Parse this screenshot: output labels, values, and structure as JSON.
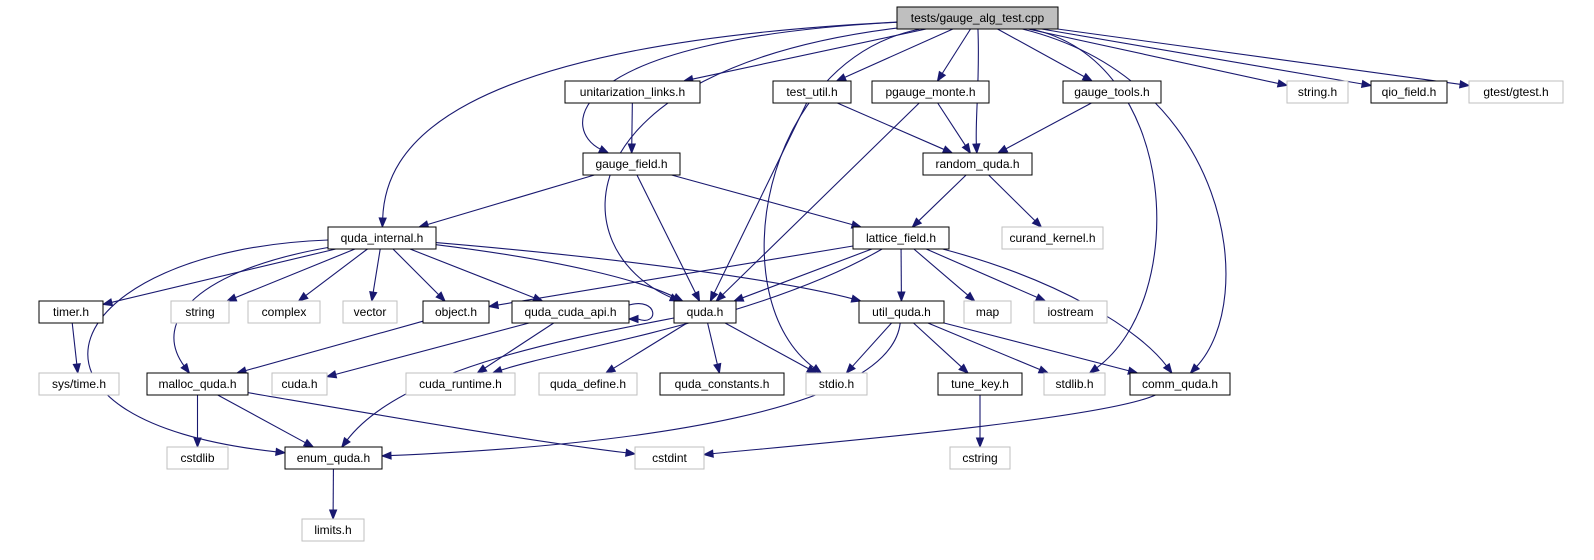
{
  "colors": {
    "edge": "#191970",
    "node_border": "#000000",
    "ext_border": "#bfbfbf",
    "root_fill": "#bfbfbf",
    "node_fill": "#ffffff"
  },
  "nodes": [
    {
      "id": "root",
      "label": "tests/gauge_alg_test.cpp",
      "kind": "root"
    },
    {
      "id": "unitarization",
      "label": "unitarization_links.h",
      "kind": "doc"
    },
    {
      "id": "test_util",
      "label": "test_util.h",
      "kind": "doc"
    },
    {
      "id": "pgauge",
      "label": "pgauge_monte.h",
      "kind": "doc"
    },
    {
      "id": "gauge_tools",
      "label": "gauge_tools.h",
      "kind": "doc"
    },
    {
      "id": "string_h",
      "label": "string.h",
      "kind": "ext"
    },
    {
      "id": "qio_field",
      "label": "qio_field.h",
      "kind": "doc"
    },
    {
      "id": "gtest",
      "label": "gtest/gtest.h",
      "kind": "ext"
    },
    {
      "id": "gauge_field",
      "label": "gauge_field.h",
      "kind": "doc"
    },
    {
      "id": "random_quda",
      "label": "random_quda.h",
      "kind": "doc"
    },
    {
      "id": "quda_internal",
      "label": "quda_internal.h",
      "kind": "doc"
    },
    {
      "id": "lattice_field",
      "label": "lattice_field.h",
      "kind": "doc"
    },
    {
      "id": "curand_kernel",
      "label": "curand_kernel.h",
      "kind": "ext"
    },
    {
      "id": "timer",
      "label": "timer.h",
      "kind": "doc"
    },
    {
      "id": "string",
      "label": "string",
      "kind": "ext"
    },
    {
      "id": "complex",
      "label": "complex",
      "kind": "ext"
    },
    {
      "id": "vector",
      "label": "vector",
      "kind": "ext"
    },
    {
      "id": "object",
      "label": "object.h",
      "kind": "doc"
    },
    {
      "id": "quda_cuda_api",
      "label": "quda_cuda_api.h",
      "kind": "doc"
    },
    {
      "id": "quda",
      "label": "quda.h",
      "kind": "doc"
    },
    {
      "id": "util_quda",
      "label": "util_quda.h",
      "kind": "doc"
    },
    {
      "id": "map",
      "label": "map",
      "kind": "ext"
    },
    {
      "id": "iostream",
      "label": "iostream",
      "kind": "ext"
    },
    {
      "id": "sys_time",
      "label": "sys/time.h",
      "kind": "ext"
    },
    {
      "id": "malloc_quda",
      "label": "malloc_quda.h",
      "kind": "doc"
    },
    {
      "id": "cuda_h",
      "label": "cuda.h",
      "kind": "ext"
    },
    {
      "id": "cuda_runtime",
      "label": "cuda_runtime.h",
      "kind": "ext"
    },
    {
      "id": "quda_define",
      "label": "quda_define.h",
      "kind": "ext"
    },
    {
      "id": "quda_constants",
      "label": "quda_constants.h",
      "kind": "doc"
    },
    {
      "id": "stdio",
      "label": "stdio.h",
      "kind": "ext"
    },
    {
      "id": "tune_key",
      "label": "tune_key.h",
      "kind": "doc"
    },
    {
      "id": "stdlib",
      "label": "stdlib.h",
      "kind": "ext"
    },
    {
      "id": "comm_quda",
      "label": "comm_quda.h",
      "kind": "doc"
    },
    {
      "id": "cstdlib",
      "label": "cstdlib",
      "kind": "ext"
    },
    {
      "id": "enum_quda",
      "label": "enum_quda.h",
      "kind": "doc"
    },
    {
      "id": "cstdint",
      "label": "cstdint",
      "kind": "ext"
    },
    {
      "id": "cstring",
      "label": "cstring",
      "kind": "ext"
    },
    {
      "id": "limits",
      "label": "limits.h",
      "kind": "ext"
    }
  ],
  "edges": [
    [
      "root",
      "unitarization"
    ],
    [
      "root",
      "test_util"
    ],
    [
      "root",
      "pgauge"
    ],
    [
      "root",
      "gauge_tools"
    ],
    [
      "root",
      "string_h"
    ],
    [
      "root",
      "qio_field"
    ],
    [
      "root",
      "gtest"
    ],
    [
      "root",
      "gauge_field"
    ],
    [
      "root",
      "random_quda"
    ],
    [
      "root",
      "quda_internal"
    ],
    [
      "root",
      "quda"
    ],
    [
      "root",
      "stdio"
    ],
    [
      "root",
      "stdlib"
    ],
    [
      "root",
      "comm_quda"
    ],
    [
      "unitarization",
      "gauge_field"
    ],
    [
      "test_util",
      "random_quda"
    ],
    [
      "test_util",
      "quda"
    ],
    [
      "pgauge",
      "random_quda"
    ],
    [
      "pgauge",
      "quda"
    ],
    [
      "gauge_tools",
      "random_quda"
    ],
    [
      "gauge_field",
      "quda_internal"
    ],
    [
      "gauge_field",
      "quda"
    ],
    [
      "gauge_field",
      "lattice_field"
    ],
    [
      "random_quda",
      "lattice_field"
    ],
    [
      "random_quda",
      "curand_kernel"
    ],
    [
      "quda_internal",
      "timer"
    ],
    [
      "quda_internal",
      "string"
    ],
    [
      "quda_internal",
      "complex"
    ],
    [
      "quda_internal",
      "vector"
    ],
    [
      "quda_internal",
      "object"
    ],
    [
      "quda_internal",
      "quda_cuda_api"
    ],
    [
      "quda_internal",
      "quda"
    ],
    [
      "quda_internal",
      "util_quda"
    ],
    [
      "quda_internal",
      "malloc_quda"
    ],
    [
      "quda_internal",
      "enum_quda"
    ],
    [
      "lattice_field",
      "object"
    ],
    [
      "lattice_field",
      "quda"
    ],
    [
      "lattice_field",
      "util_quda"
    ],
    [
      "lattice_field",
      "map"
    ],
    [
      "lattice_field",
      "iostream"
    ],
    [
      "lattice_field",
      "comm_quda"
    ],
    [
      "lattice_field",
      "cuda_runtime"
    ],
    [
      "timer",
      "sys_time"
    ],
    [
      "object",
      "malloc_quda"
    ],
    [
      "quda_cuda_api",
      "quda_cuda_api"
    ],
    [
      "quda_cuda_api",
      "cuda_h"
    ],
    [
      "quda_cuda_api",
      "cuda_runtime"
    ],
    [
      "quda",
      "quda_define"
    ],
    [
      "quda",
      "quda_constants"
    ],
    [
      "quda",
      "stdio"
    ],
    [
      "quda",
      "enum_quda"
    ],
    [
      "util_quda",
      "stdio"
    ],
    [
      "util_quda",
      "tune_key"
    ],
    [
      "util_quda",
      "stdlib"
    ],
    [
      "util_quda",
      "comm_quda"
    ],
    [
      "util_quda",
      "enum_quda"
    ],
    [
      "malloc_quda",
      "cstdlib"
    ],
    [
      "malloc_quda",
      "enum_quda"
    ],
    [
      "malloc_quda",
      "cstdint"
    ],
    [
      "tune_key",
      "cstring"
    ],
    [
      "comm_quda",
      "cstdint"
    ],
    [
      "enum_quda",
      "limits"
    ]
  ]
}
